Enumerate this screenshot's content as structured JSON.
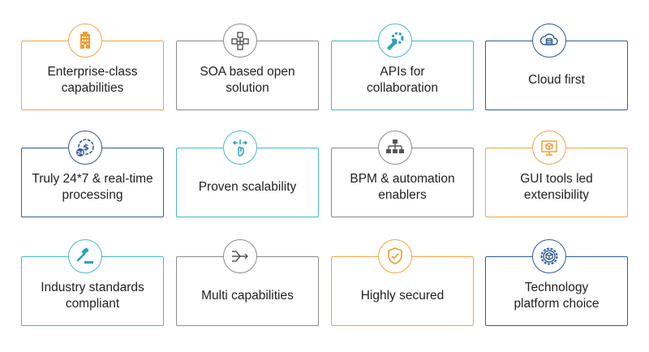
{
  "colors": {
    "orange": "#f2a54a",
    "gray": "#8b8b8b",
    "teal": "#4ab7cf",
    "navy": "#2f5c96",
    "text": "#222222"
  },
  "cards": [
    {
      "label": "Enterprise-class\ncapabilities",
      "icon": "office-building-icon",
      "accent": "orange"
    },
    {
      "label": "SOA based open\nsolution",
      "icon": "network-nodes-icon",
      "accent": "gray"
    },
    {
      "label": "APIs for\ncollaboration",
      "icon": "puzzle-gear-icon",
      "accent": "teal"
    },
    {
      "label": "Cloud first",
      "icon": "cloud-database-icon",
      "accent": "navy"
    },
    {
      "label": "Truly 24*7 & real-time\nprocessing",
      "icon": "clock-24-dollar-icon",
      "accent": "navy"
    },
    {
      "label": "Proven scalability",
      "icon": "touch-gesture-icon",
      "accent": "teal"
    },
    {
      "label": "BPM & automation\nenablers",
      "icon": "flowchart-icon",
      "accent": "gray"
    },
    {
      "label": "GUI tools led\nextensibility",
      "icon": "cube-screen-icon",
      "accent": "orange"
    },
    {
      "label": "Industry standards\ncompliant",
      "icon": "gavel-icon",
      "accent": "teal"
    },
    {
      "label": "Multi capabilities",
      "icon": "converging-arrows-icon",
      "accent": "gray"
    },
    {
      "label": "Highly secured",
      "icon": "shield-check-icon",
      "accent": "orange"
    },
    {
      "label": "Technology\nplatform choice",
      "icon": "gear-cube-icon",
      "accent": "navy"
    }
  ]
}
